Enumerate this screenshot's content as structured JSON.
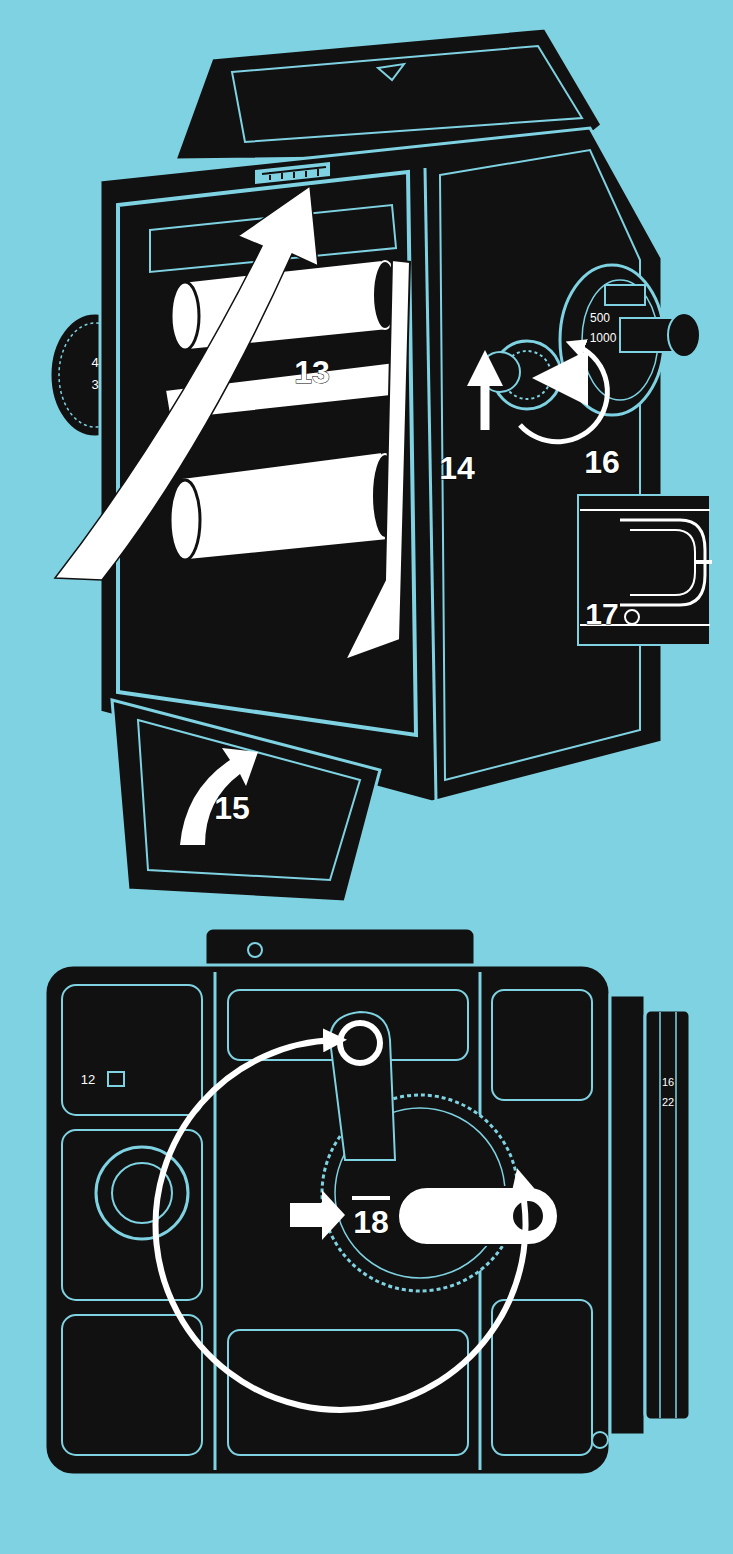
{
  "diagram": {
    "labels": [
      "13",
      "14",
      "15",
      "16",
      "17",
      "18",
      "4",
      "3",
      "500",
      "1000",
      "12",
      "16",
      "22"
    ]
  }
}
